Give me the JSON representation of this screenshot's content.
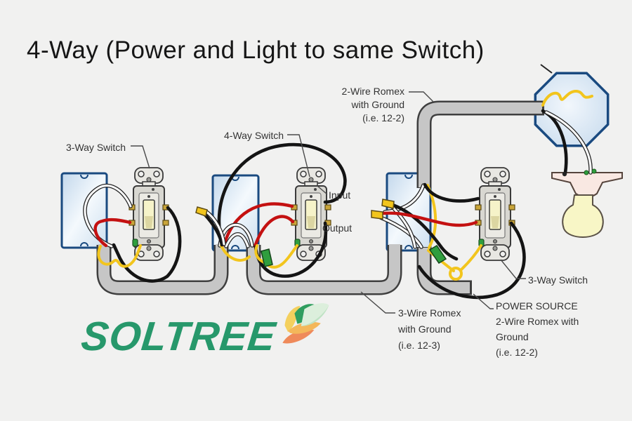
{
  "title": "4-Way (Power and Light to same Switch)",
  "labels": {
    "switch_left": "3-Way Switch",
    "switch_middle": "4-Way Switch",
    "switch_right": "3-Way Switch",
    "input": "Input",
    "output": "Output",
    "romex_2wire_light": {
      "lines": [
        "2-Wire Romex",
        "with Ground",
        "(i.e. 12-2)"
      ]
    },
    "romex_3wire": {
      "lines": [
        "3-Wire Romex",
        "with Ground",
        "(i.e. 12-3)"
      ]
    },
    "power_source": {
      "lines": [
        "POWER SOURCE",
        "2-Wire Romex with",
        "Ground",
        "(i.e. 12-2)"
      ]
    }
  },
  "logo": {
    "text": "SOLTREE"
  },
  "colors": {
    "bg": "#f1f1f0",
    "box_blue": "#1a4a80",
    "conduit": "#c6c6c6",
    "wire_black": "#141414",
    "wire_red": "#c41111",
    "wire_yellow": "#f2c51d",
    "ground_green": "#2f9e3e",
    "strap": "#e8e7e2",
    "swbody": "#d8d7d1",
    "toggle": "#f6f3c9",
    "logo_green": "#27986b",
    "bulb_yellow": "#f8f6c6",
    "socket_pink": "#f9e8e2"
  },
  "diagram": {
    "components": [
      "3-way switch (left)",
      "4-way switch (middle)",
      "3-way switch (right)",
      "electrical box 1",
      "electrical box 2",
      "electrical box 3",
      "octagon light box",
      "light bulb socket",
      "romex conduit runs",
      "wire nuts",
      "ground crimps"
    ]
  }
}
